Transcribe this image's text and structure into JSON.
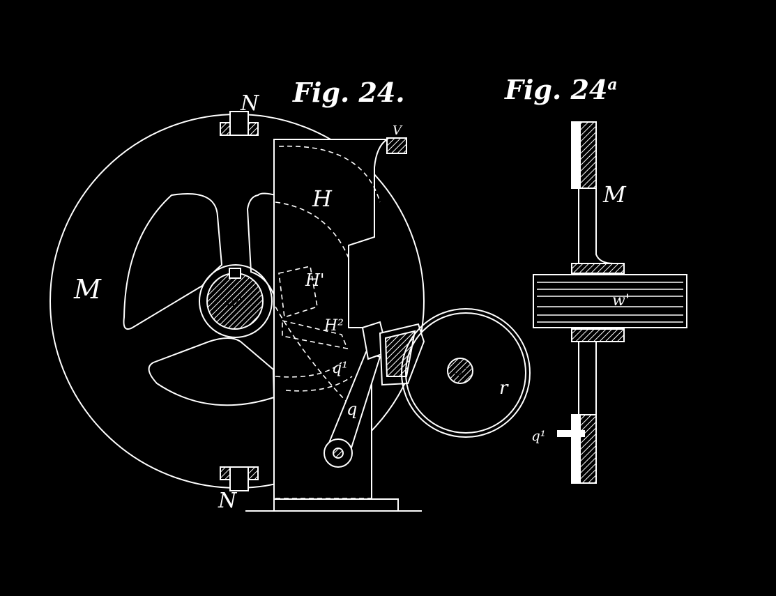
{
  "figures": {
    "fig24": {
      "caption": "Fig. 24."
    },
    "fig24a": {
      "caption_main": "Fig. 24",
      "caption_sup": "a"
    }
  },
  "labels": {
    "N_top": "N",
    "N_bottom": "N",
    "V": "V",
    "H": "H",
    "H1": "H'",
    "H2": "H²",
    "M_wheel": "M",
    "w1": "w'",
    "w2": "w²",
    "q1": "q¹",
    "q": "q",
    "r": "r",
    "M_section": "M",
    "w_section": "w'",
    "q_section": "q¹"
  },
  "colors": {
    "background": "#000000",
    "ink": "#ffffff"
  }
}
